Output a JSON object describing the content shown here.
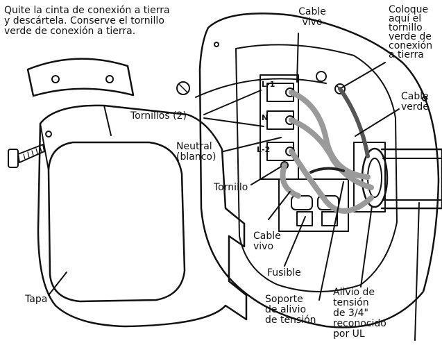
{
  "labels": {
    "instruccion": "Quite la cinta de conexión a tierra\ny descártela. Conserve el tornillo\nverde de conexión a tierra.",
    "cable_vivo_top": "Cable\nvivo",
    "coloque": "Coloque\naquí el\ntornillo\nverde de\nconexión\na tierra",
    "cable_verde": "Cable\nverde",
    "tornillos": "Tornillos (2)",
    "neutral": "Neutral\n(blanco)",
    "tornillo": "Tornillo",
    "cable_vivo_bottom": "Cable\nvivo",
    "fusible": "Fusible",
    "tapa": "Tapa",
    "soporte": "Soporte\nde alivio\nde tensión",
    "alivio": "Alivio de\ntensión\nde 3/4\"\nreconocido\npor UL",
    "terminal_l1": "L-1",
    "terminal_n": "N",
    "terminal_l2": "L-2"
  },
  "colors": {
    "ink": "#111111",
    "wire_gray": "#9a9a9a",
    "wire_dark": "#555555",
    "panel": "#f4f4f4"
  }
}
